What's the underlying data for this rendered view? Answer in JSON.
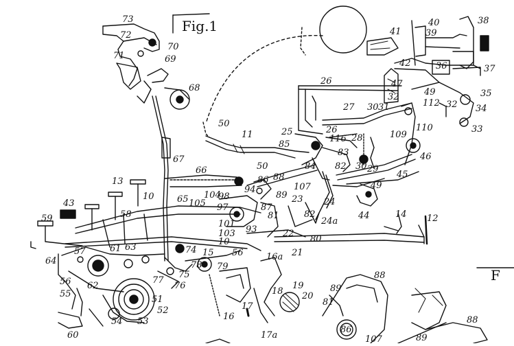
{
  "figure": {
    "title": "Fig.1",
    "title_partial": "F"
  },
  "reference_numerals": [
    "73",
    "72",
    "70",
    "71",
    "69",
    "68",
    "67",
    "66",
    "65",
    "105",
    "104",
    "98",
    "94",
    "86",
    "88",
    "43",
    "13",
    "10",
    "58",
    "59",
    "64",
    "57",
    "61",
    "63",
    "62",
    "56",
    "55",
    "54",
    "53",
    "51",
    "52",
    "60",
    "77",
    "76",
    "75",
    "74",
    "78",
    "79",
    "15",
    "10",
    "56",
    "101",
    "103",
    "97",
    "93",
    "87",
    "89",
    "23",
    "81",
    "82",
    "24",
    "24a",
    "22",
    "80",
    "21",
    "16a",
    "16",
    "17",
    "17a",
    "18",
    "19",
    "20",
    "14",
    "12",
    "50",
    "11",
    "25",
    "85",
    "84",
    "83",
    "82",
    "26",
    "26",
    "27",
    "28",
    "29",
    "30",
    "31",
    "30",
    "32",
    "32",
    "33",
    "34",
    "35",
    "36",
    "37",
    "38",
    "39",
    "40",
    "41",
    "42",
    "47",
    "49",
    "112",
    "110",
    "109",
    "46",
    "45",
    "49",
    "44",
    "116",
    "107",
    "50",
    "89",
    "81",
    "88",
    "86",
    "107",
    "89",
    "88"
  ]
}
